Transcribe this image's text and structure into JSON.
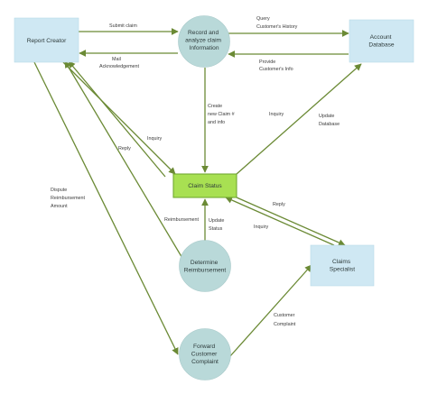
{
  "nodes": {
    "report_creator": "Report Creator",
    "record_claim": [
      "Record and",
      "analyze claim",
      "Information"
    ],
    "account_database": [
      "Account",
      "Database"
    ],
    "claim_status": "Claim Status",
    "determine_reimbursement": [
      "Determine",
      "Reimbursement"
    ],
    "claims_specialist": [
      "Claims",
      "Specialist"
    ],
    "forward_complaint": [
      "Forward",
      "Customer",
      "Complaint"
    ]
  },
  "flows": {
    "submit_claim": [
      "Submit claim"
    ],
    "mail_ack": [
      "Mail",
      "Acknowledgement"
    ],
    "query_history": [
      "Query",
      "Customer's History"
    ],
    "provide_info": [
      "Provide",
      "Customer's Info"
    ],
    "create_claim": [
      "Create",
      "new Claim #",
      "and info"
    ],
    "inquiry_db": [
      "Inquiry"
    ],
    "update_db": [
      "Update",
      "Database"
    ],
    "inquiry_rc": [
      "Inquiry"
    ],
    "reply_rc": [
      "Reply"
    ],
    "dispute": [
      "Dispute",
      "Reimbursement",
      "Amount"
    ],
    "reimbursement": [
      "Reimbursement"
    ],
    "update_status": [
      "Update",
      "Status"
    ],
    "reply_cs": [
      "Reply"
    ],
    "inquiry_cs": [
      "Inquiry"
    ],
    "customer_complaint": [
      "Customer",
      "Complaint"
    ]
  },
  "colors": {
    "process_fill": "#b9d9d9",
    "entity_fill": "#cfe8f3",
    "status_fill": "#a8e052",
    "flow_line": "#6b8a35"
  }
}
